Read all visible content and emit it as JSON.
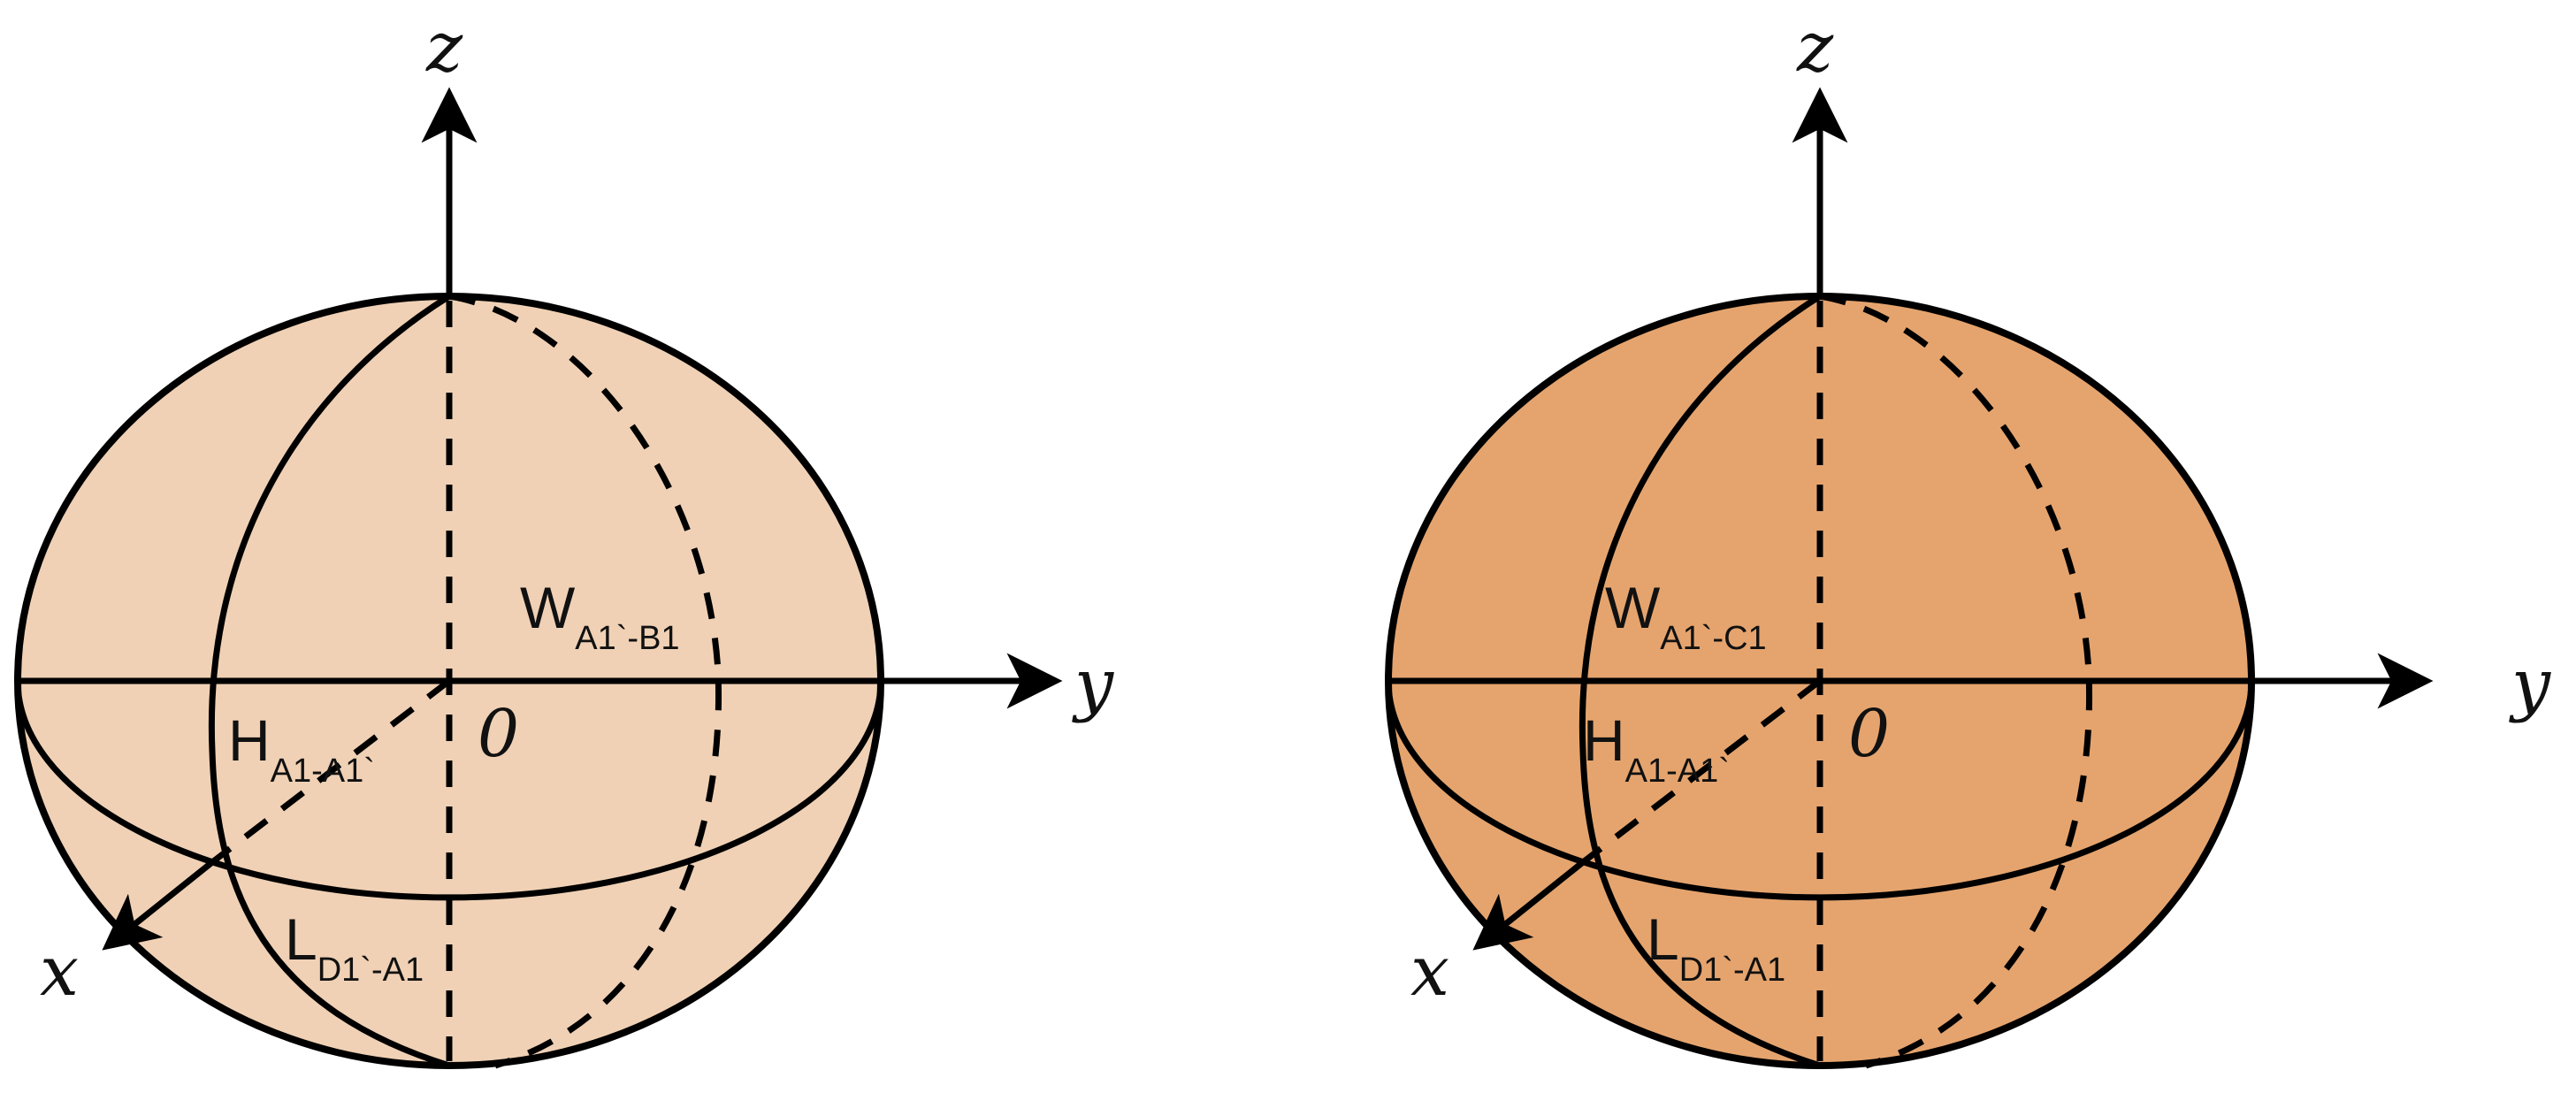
{
  "colors": {
    "left_fill": "#F0D1B5",
    "right_fill": "#E5A46E",
    "stroke": "#000000"
  },
  "panels": [
    {
      "axes": {
        "z": "z",
        "y": "y",
        "x": "x",
        "origin": "0"
      },
      "labels": {
        "w_main": "W",
        "w_sub": "A1`-B1",
        "h_main": "H",
        "h_sub": "A1-A1`",
        "l_main": "L",
        "l_sub": "D1`-A1"
      }
    },
    {
      "axes": {
        "z": "z",
        "y": "y",
        "x": "x",
        "origin": "0"
      },
      "labels": {
        "w_main": "W",
        "w_sub": "A1`-C1",
        "h_main": "H",
        "h_sub": "A1-A1`",
        "l_main": "L",
        "l_sub": "D1`-A1"
      }
    }
  ]
}
